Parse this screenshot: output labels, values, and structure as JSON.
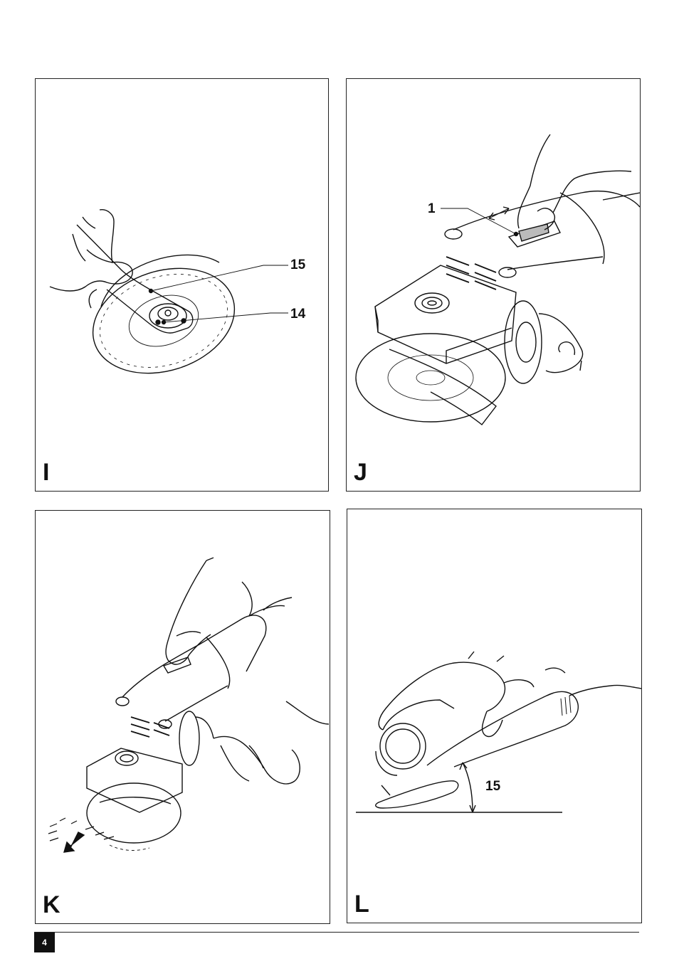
{
  "panels": [
    {
      "letter": "I",
      "callouts": [
        "15",
        "14"
      ]
    },
    {
      "letter": "J",
      "callouts": [
        "1"
      ]
    },
    {
      "letter": "K",
      "callouts": []
    },
    {
      "letter": "L",
      "callouts": [
        "15"
      ]
    }
  ],
  "footer": {
    "page_number": "4"
  }
}
